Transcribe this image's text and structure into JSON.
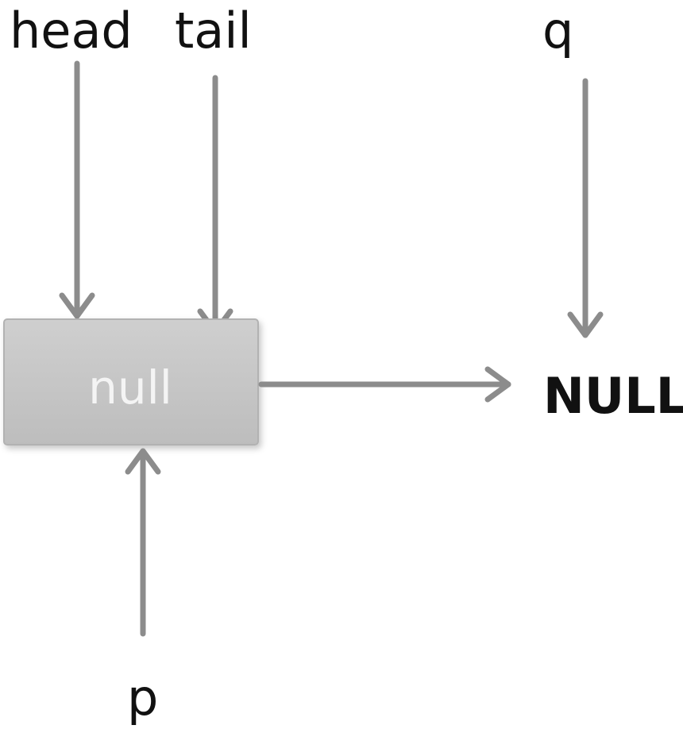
{
  "pointers": {
    "head": "head",
    "tail": "tail",
    "q": "q",
    "p": "p"
  },
  "node": {
    "value": "null",
    "fill": "#c6c6c6",
    "border": "#b2b2b2"
  },
  "terminal": "NULL",
  "arrow_color": "#8c8c8c"
}
